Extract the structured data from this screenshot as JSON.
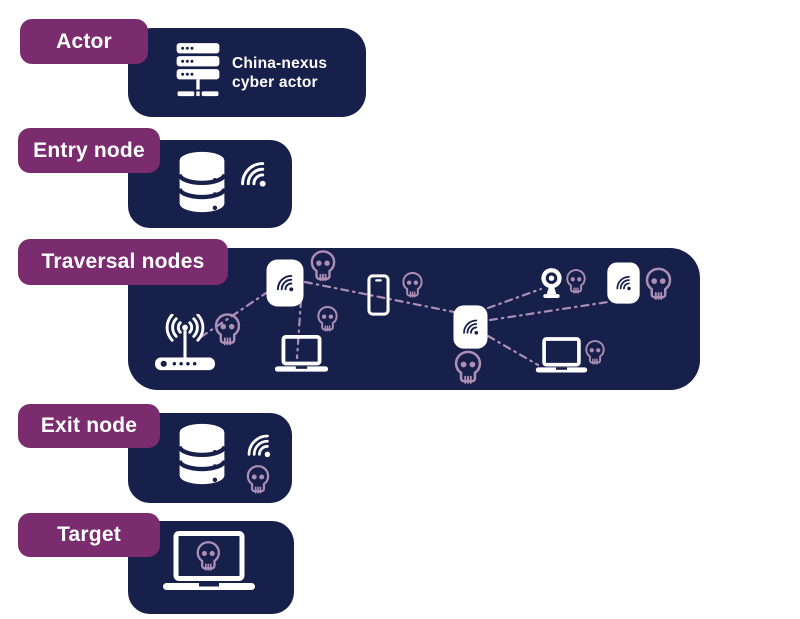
{
  "colors": {
    "navy": "#17204B",
    "purple": "#7B2C6F",
    "lavender": "#AC8FB5",
    "background": "#FFFFFF"
  },
  "rows": {
    "actor": {
      "label": "Actor",
      "description": [
        "China-nexus",
        "cyber actor"
      ],
      "icons": [
        "server-icon"
      ]
    },
    "entry_node": {
      "label": "Entry node",
      "icons": [
        "database-icon",
        "wifi-icon"
      ]
    },
    "traversal_nodes": {
      "label": "Traversal nodes",
      "icons": [
        "wireless-router-icon",
        "access-point-icon",
        "laptop-icon",
        "smartphone-icon",
        "webcam-icon",
        "skull-icon"
      ],
      "compromised_devices": [
        "wireless-router",
        "access-point-1",
        "laptop-1",
        "smartphone",
        "access-point-2",
        "webcam",
        "access-point-3",
        "laptop-2"
      ],
      "connections": [
        "wireless-router to access-point-1",
        "access-point-1 to access-point-2 via smartphone",
        "access-point-1 to laptop-1",
        "access-point-2 to webcam",
        "access-point-2 to access-point-3",
        "access-point-2 to laptop-2"
      ]
    },
    "exit_node": {
      "label": "Exit node",
      "icons": [
        "database-icon",
        "wifi-icon",
        "skull-icon"
      ]
    },
    "target": {
      "label": "Target",
      "icons": [
        "laptop-skull-icon"
      ]
    }
  }
}
